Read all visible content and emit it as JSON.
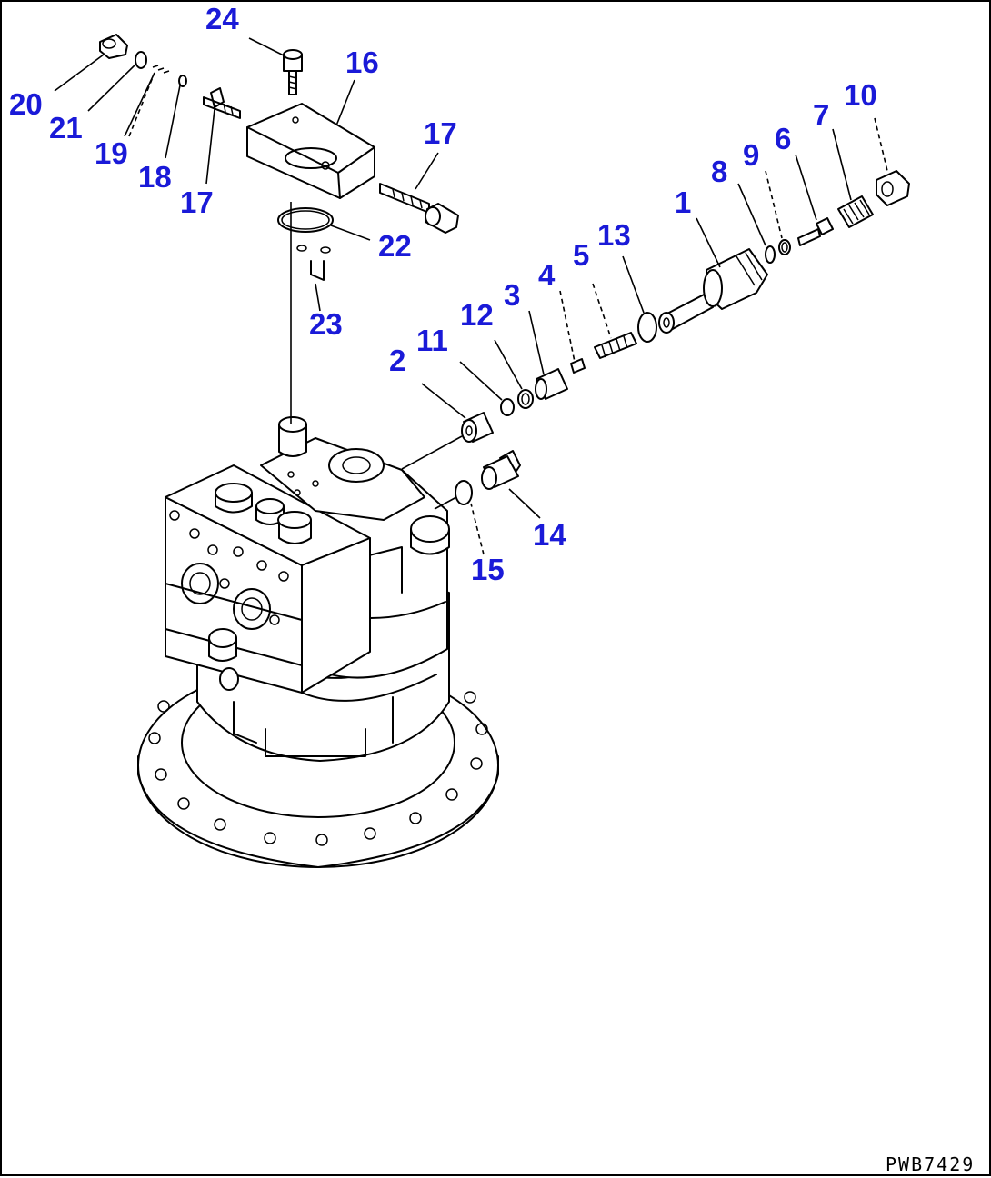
{
  "diagram": {
    "drawing_code": "PWB7429",
    "callouts": [
      "1",
      "2",
      "3",
      "4",
      "5",
      "6",
      "7",
      "8",
      "9",
      "10",
      "11",
      "12",
      "13",
      "14",
      "15",
      "16",
      "17",
      "17",
      "18",
      "19",
      "20",
      "21",
      "22",
      "23",
      "24"
    ],
    "colors": {
      "callout_text": "#1a1ad8",
      "line_art": "#000000",
      "background": "#ffffff"
    }
  }
}
